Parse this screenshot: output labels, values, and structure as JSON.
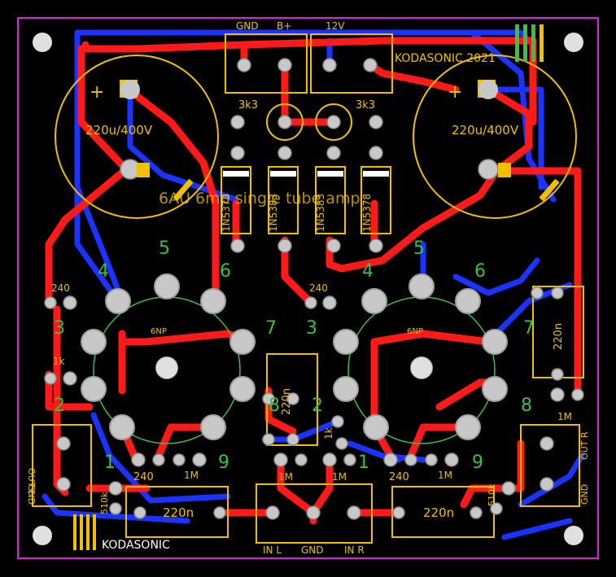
{
  "board": {
    "brand_top": "KODASONIC 2021",
    "brand_bottom": "KODASONIC",
    "title_mirrored": "6AU 6mp single tube amp"
  },
  "connectors": {
    "gnd": "GND",
    "bplus": "B+",
    "v12": "12V",
    "out_l": "OUT L",
    "out_l_gnd": "GND",
    "out_r": "OUT R",
    "out_r_gnd": "GND",
    "in_l": "IN L",
    "in_gnd": "GND",
    "in_r": "IN R"
  },
  "components": {
    "cap_left": "220u/400V",
    "cap_right": "220u/400V",
    "res_3k3_left": "3k3",
    "res_3k3_right": "3k3",
    "diode_1": "1N5378",
    "diode_2": "1N5383",
    "diode_3": "1N5383",
    "diode_4": "1N5378",
    "res_240_left": "240",
    "res_240_right": "240",
    "res_1k_left": "1k",
    "res_1k_right": "1k",
    "cap_220n_center": "220n",
    "cap_220n_right": "220n",
    "cap_220n_bottom_left": "220n",
    "cap_220n_bottom_right": "220n",
    "res_240_bl": "240",
    "res_1m_bl": "1M",
    "res_240_br": "240",
    "res_1m_br": "1M",
    "res_510k_left": "510k",
    "res_510k_right": "510k",
    "res_1m_in_left": "1M",
    "res_1m_in_right": "1M",
    "res_1m_right": "1M",
    "tube_left": "6NP",
    "tube_right": "6NP",
    "plus": "+"
  },
  "pins": {
    "p1": "1",
    "p2": "2",
    "p3": "3",
    "p4": "4",
    "p5": "5",
    "p6": "6",
    "p7": "7",
    "p8": "8",
    "p9": "9"
  }
}
